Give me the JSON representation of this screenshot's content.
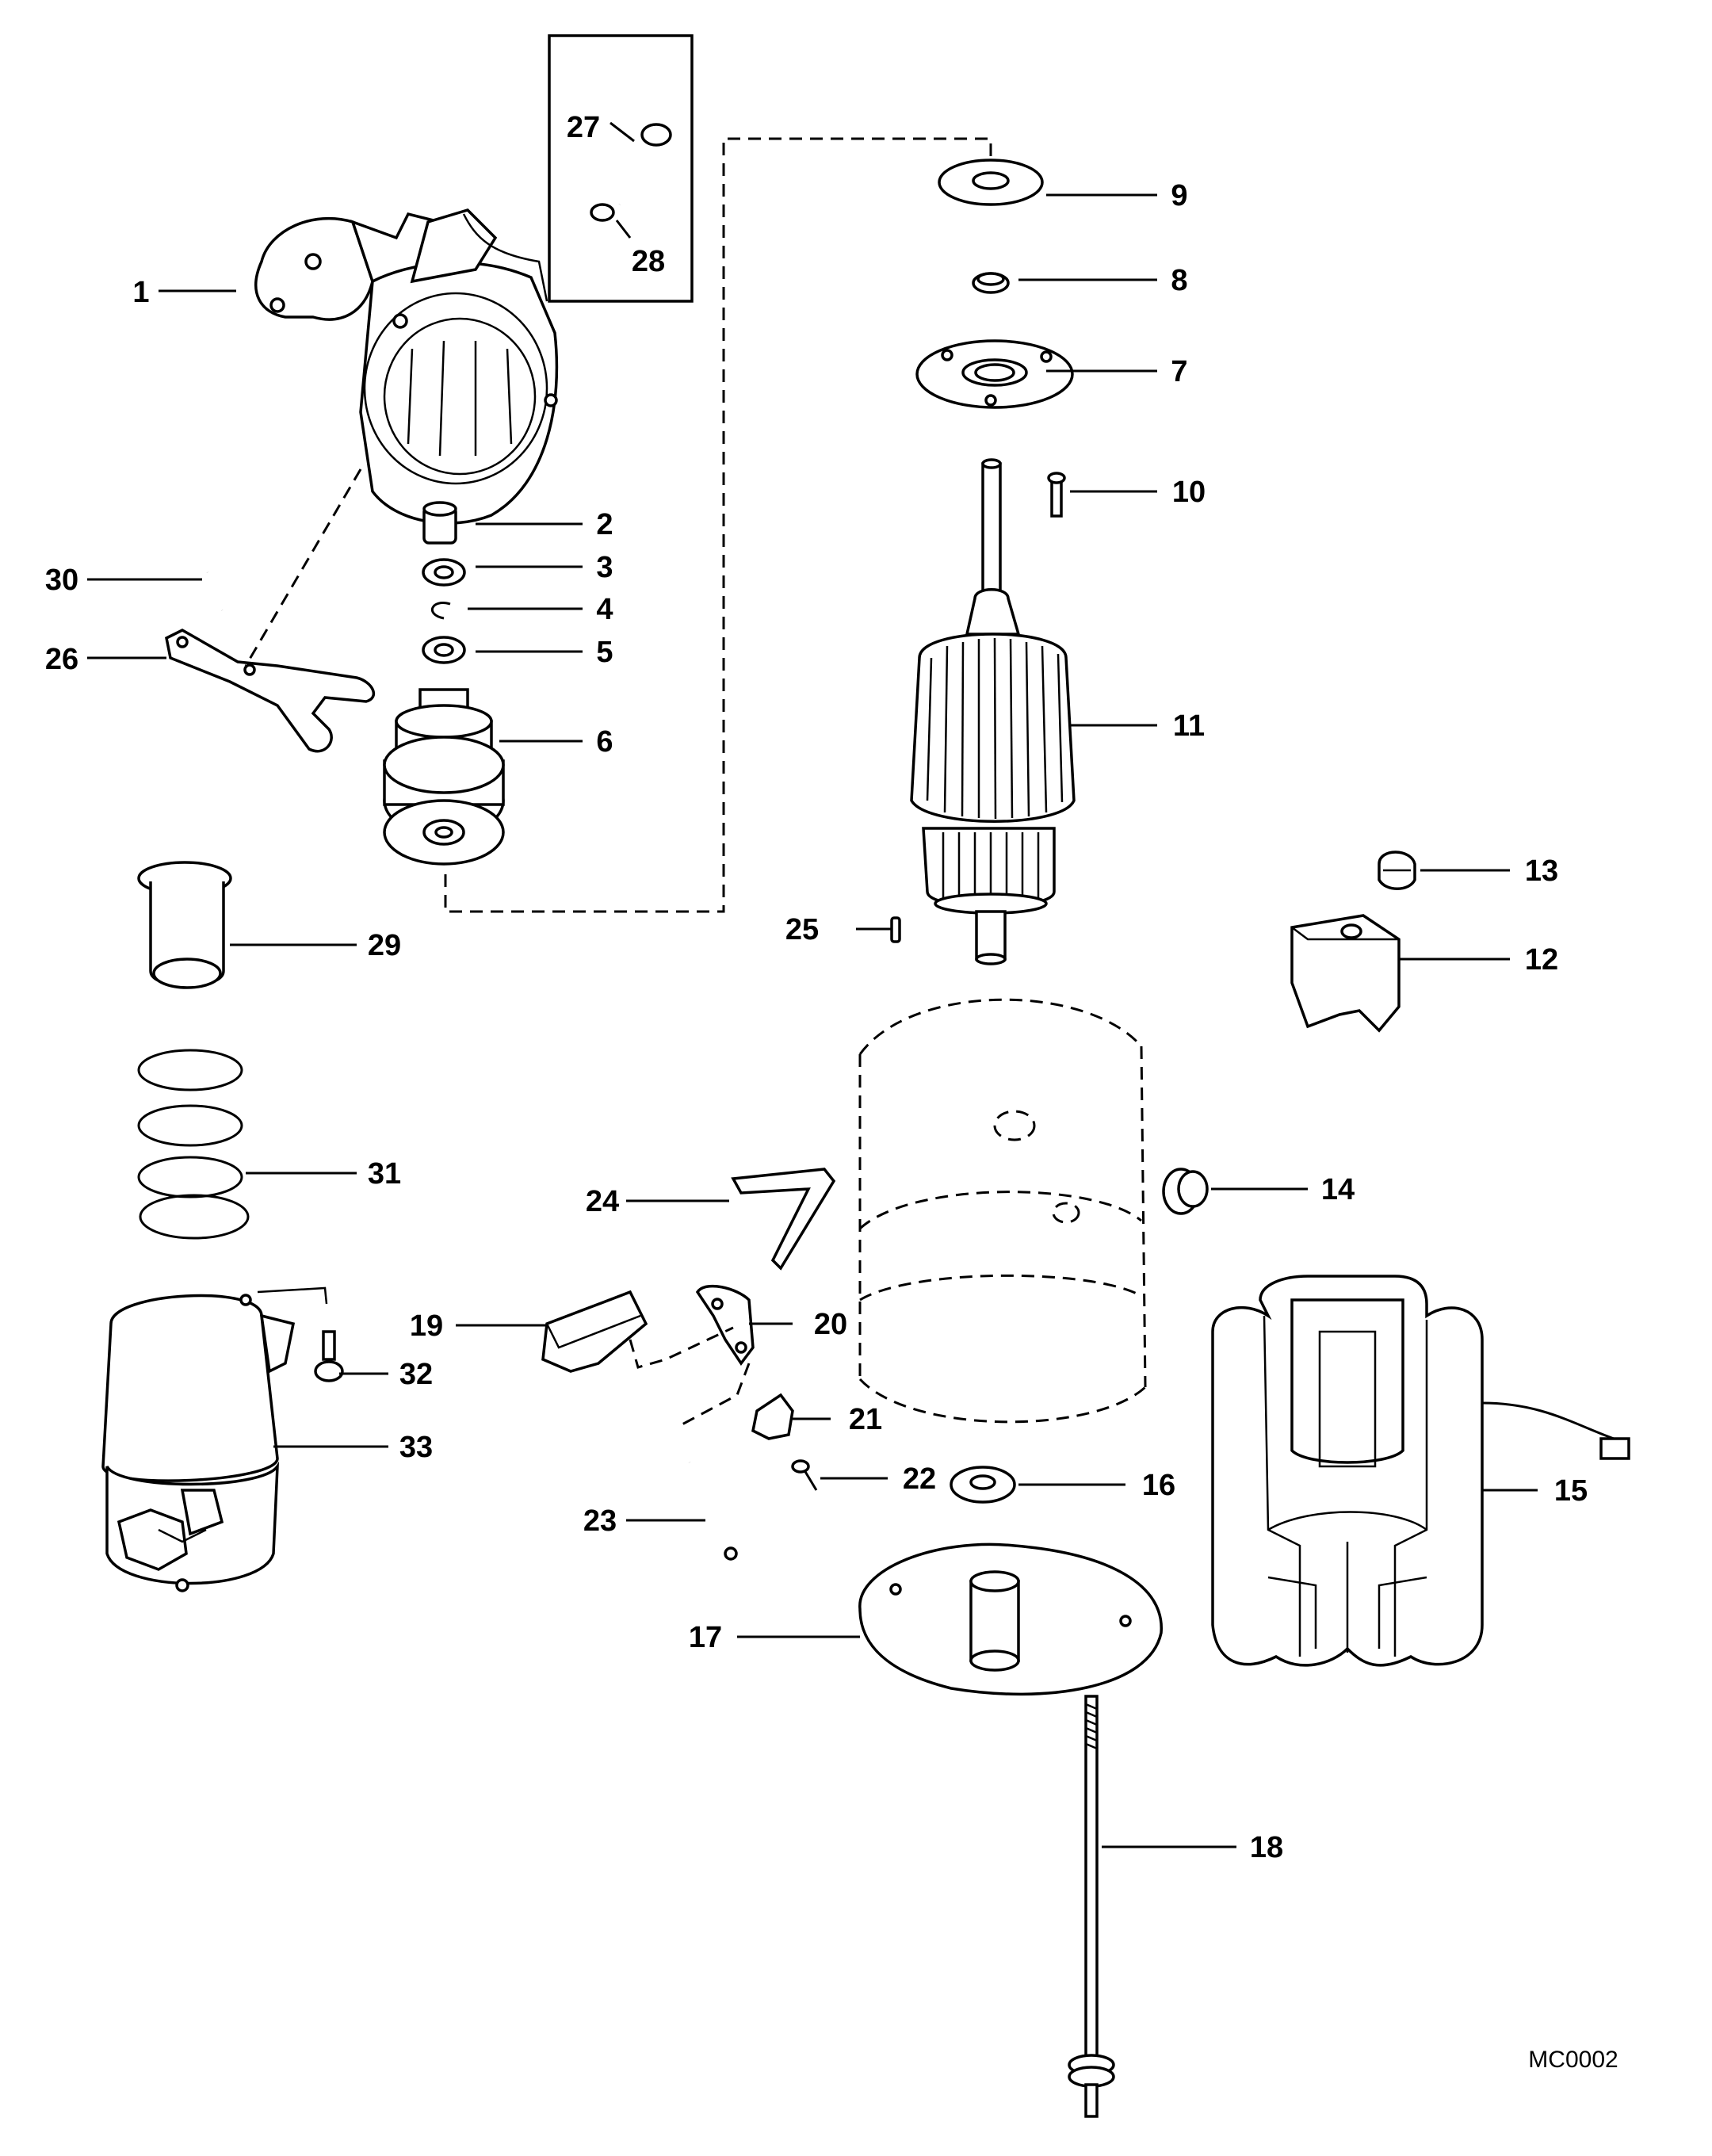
{
  "diagram": {
    "figure_code": "MC0002",
    "callouts": [
      "1",
      "2",
      "3",
      "4",
      "5",
      "6",
      "7",
      "8",
      "9",
      "10",
      "11",
      "12",
      "13",
      "14",
      "15",
      "16",
      "17",
      "18",
      "19",
      "20",
      "21",
      "22",
      "23",
      "24",
      "25",
      "26",
      "27",
      "28",
      "29",
      "30",
      "31",
      "32",
      "33"
    ]
  }
}
